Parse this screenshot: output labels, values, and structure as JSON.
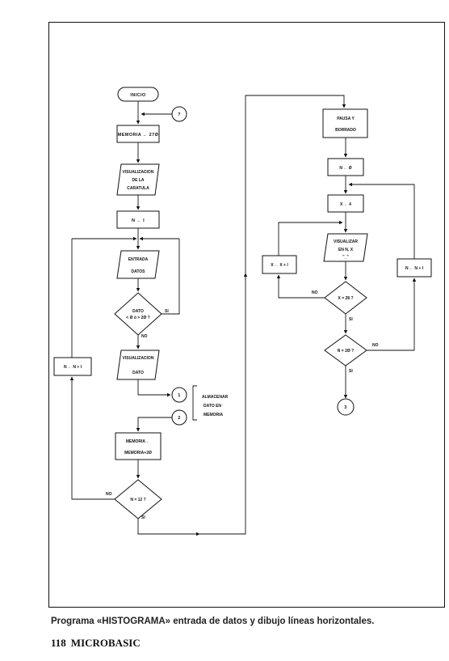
{
  "flowchart": {
    "start_label": "INICIO",
    "connector_q": "?",
    "mem_270": "MEMORIA ← 27Ø",
    "vis_caratula": [
      "VISUALIZACION",
      "DE   LA",
      "CARATULA"
    ],
    "n_eq_1": "N ← I",
    "entrada_datos": [
      "ENTRADA",
      "DATOS"
    ],
    "dato_check": [
      "DATO",
      "< Ø ó > 2Ø ?"
    ],
    "si": "SI",
    "no": "NO",
    "vis_dato": [
      "VISUALIZACION",
      "DATO"
    ],
    "connector_1": "1",
    "connector_2": "2",
    "almacenar": [
      "ALMACENAR",
      "DATO  EN",
      "MEMORIA"
    ],
    "memoria_assign": [
      "MEMORIA ←",
      "MEMORIA+2Ø"
    ],
    "n_inc_left": "N ← N + I",
    "n_12_check": "N = 12 ?",
    "pausa": [
      "PAUSA  Y",
      "BORRADO"
    ],
    "n_eq_0": "N ← Ø",
    "x_eq_4": "X ← 4",
    "visualizar": [
      "VISUALIZAR",
      "EN  N, X",
      "\"_\""
    ],
    "x_inc": "X ← X + I",
    "x_28_check": "X = 28 ?",
    "n_inc_right": "N ← N + I",
    "n_20_check": "N = 2Ø ?",
    "connector_3": "3"
  },
  "caption": "Programa «HISTOGRAMA» entrada de datos y dibujo líneas horizontales.",
  "footer": {
    "page": "118",
    "magazine": "MICROBASIC"
  }
}
